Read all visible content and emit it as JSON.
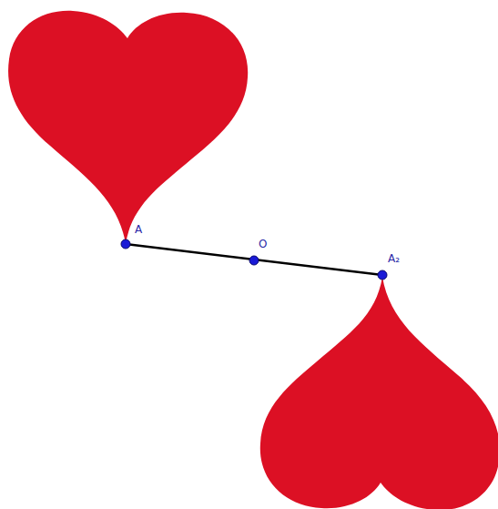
{
  "diagram": {
    "labels": [
      "A",
      "O",
      "A₂"
    ]
  }
}
